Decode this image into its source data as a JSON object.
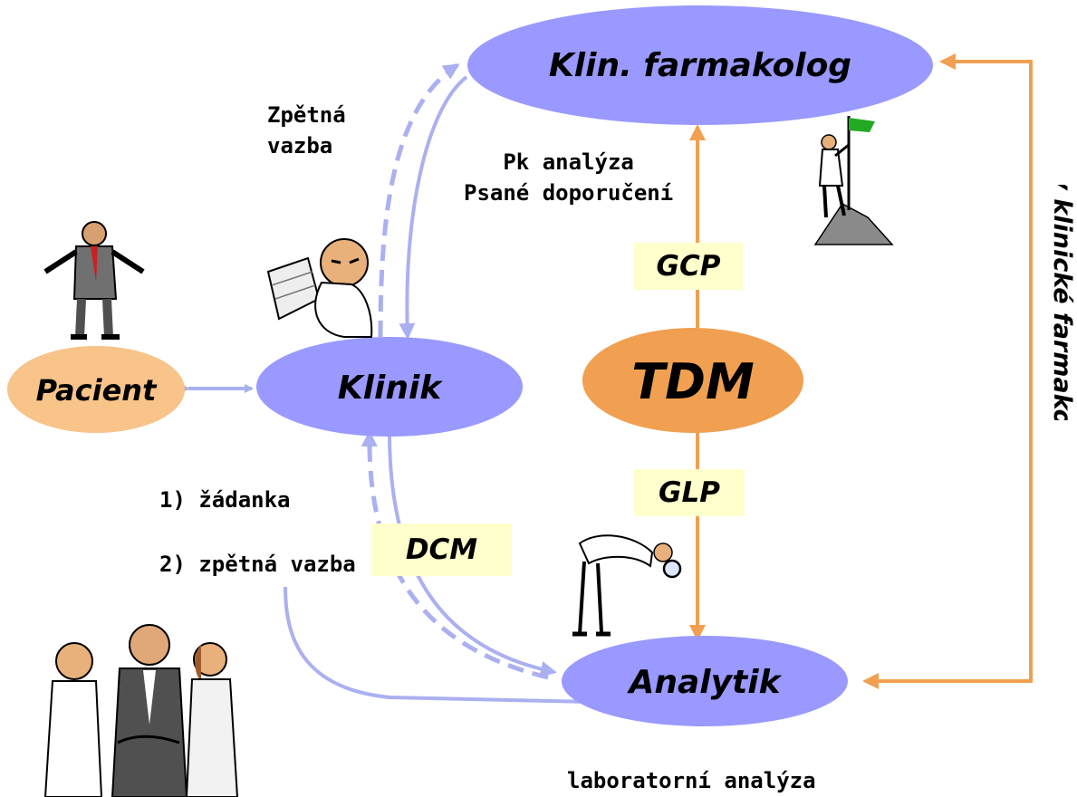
{
  "nodes": {
    "farmakolog": "Klin. farmakolog",
    "klinik": "Klinik",
    "pacient": "Pacient",
    "tdm": "TDM",
    "analytik": "Analytik"
  },
  "labels": {
    "feedback_line1": "Zpětná",
    "feedback_line2": "vazba",
    "pk_line1": "Pk analýza",
    "pk_line2": "Psané doporučení",
    "request": "1) žádanka",
    "request_feedback": "2) zpětná vazba",
    "lab": "laboratorní analýza",
    "institute": "Ústav klinické farmakologie"
  },
  "tags": {
    "gcp": "GCP",
    "glp": "GLP",
    "dcm": "DCM"
  },
  "colors": {
    "lavender": "#9999ff",
    "orange": "#f0a050",
    "peach": "#f8c48a",
    "tag_bg": "#ffffcc",
    "arrow_blue": "#aab0f0",
    "arrow_orange": "#f0a050"
  }
}
